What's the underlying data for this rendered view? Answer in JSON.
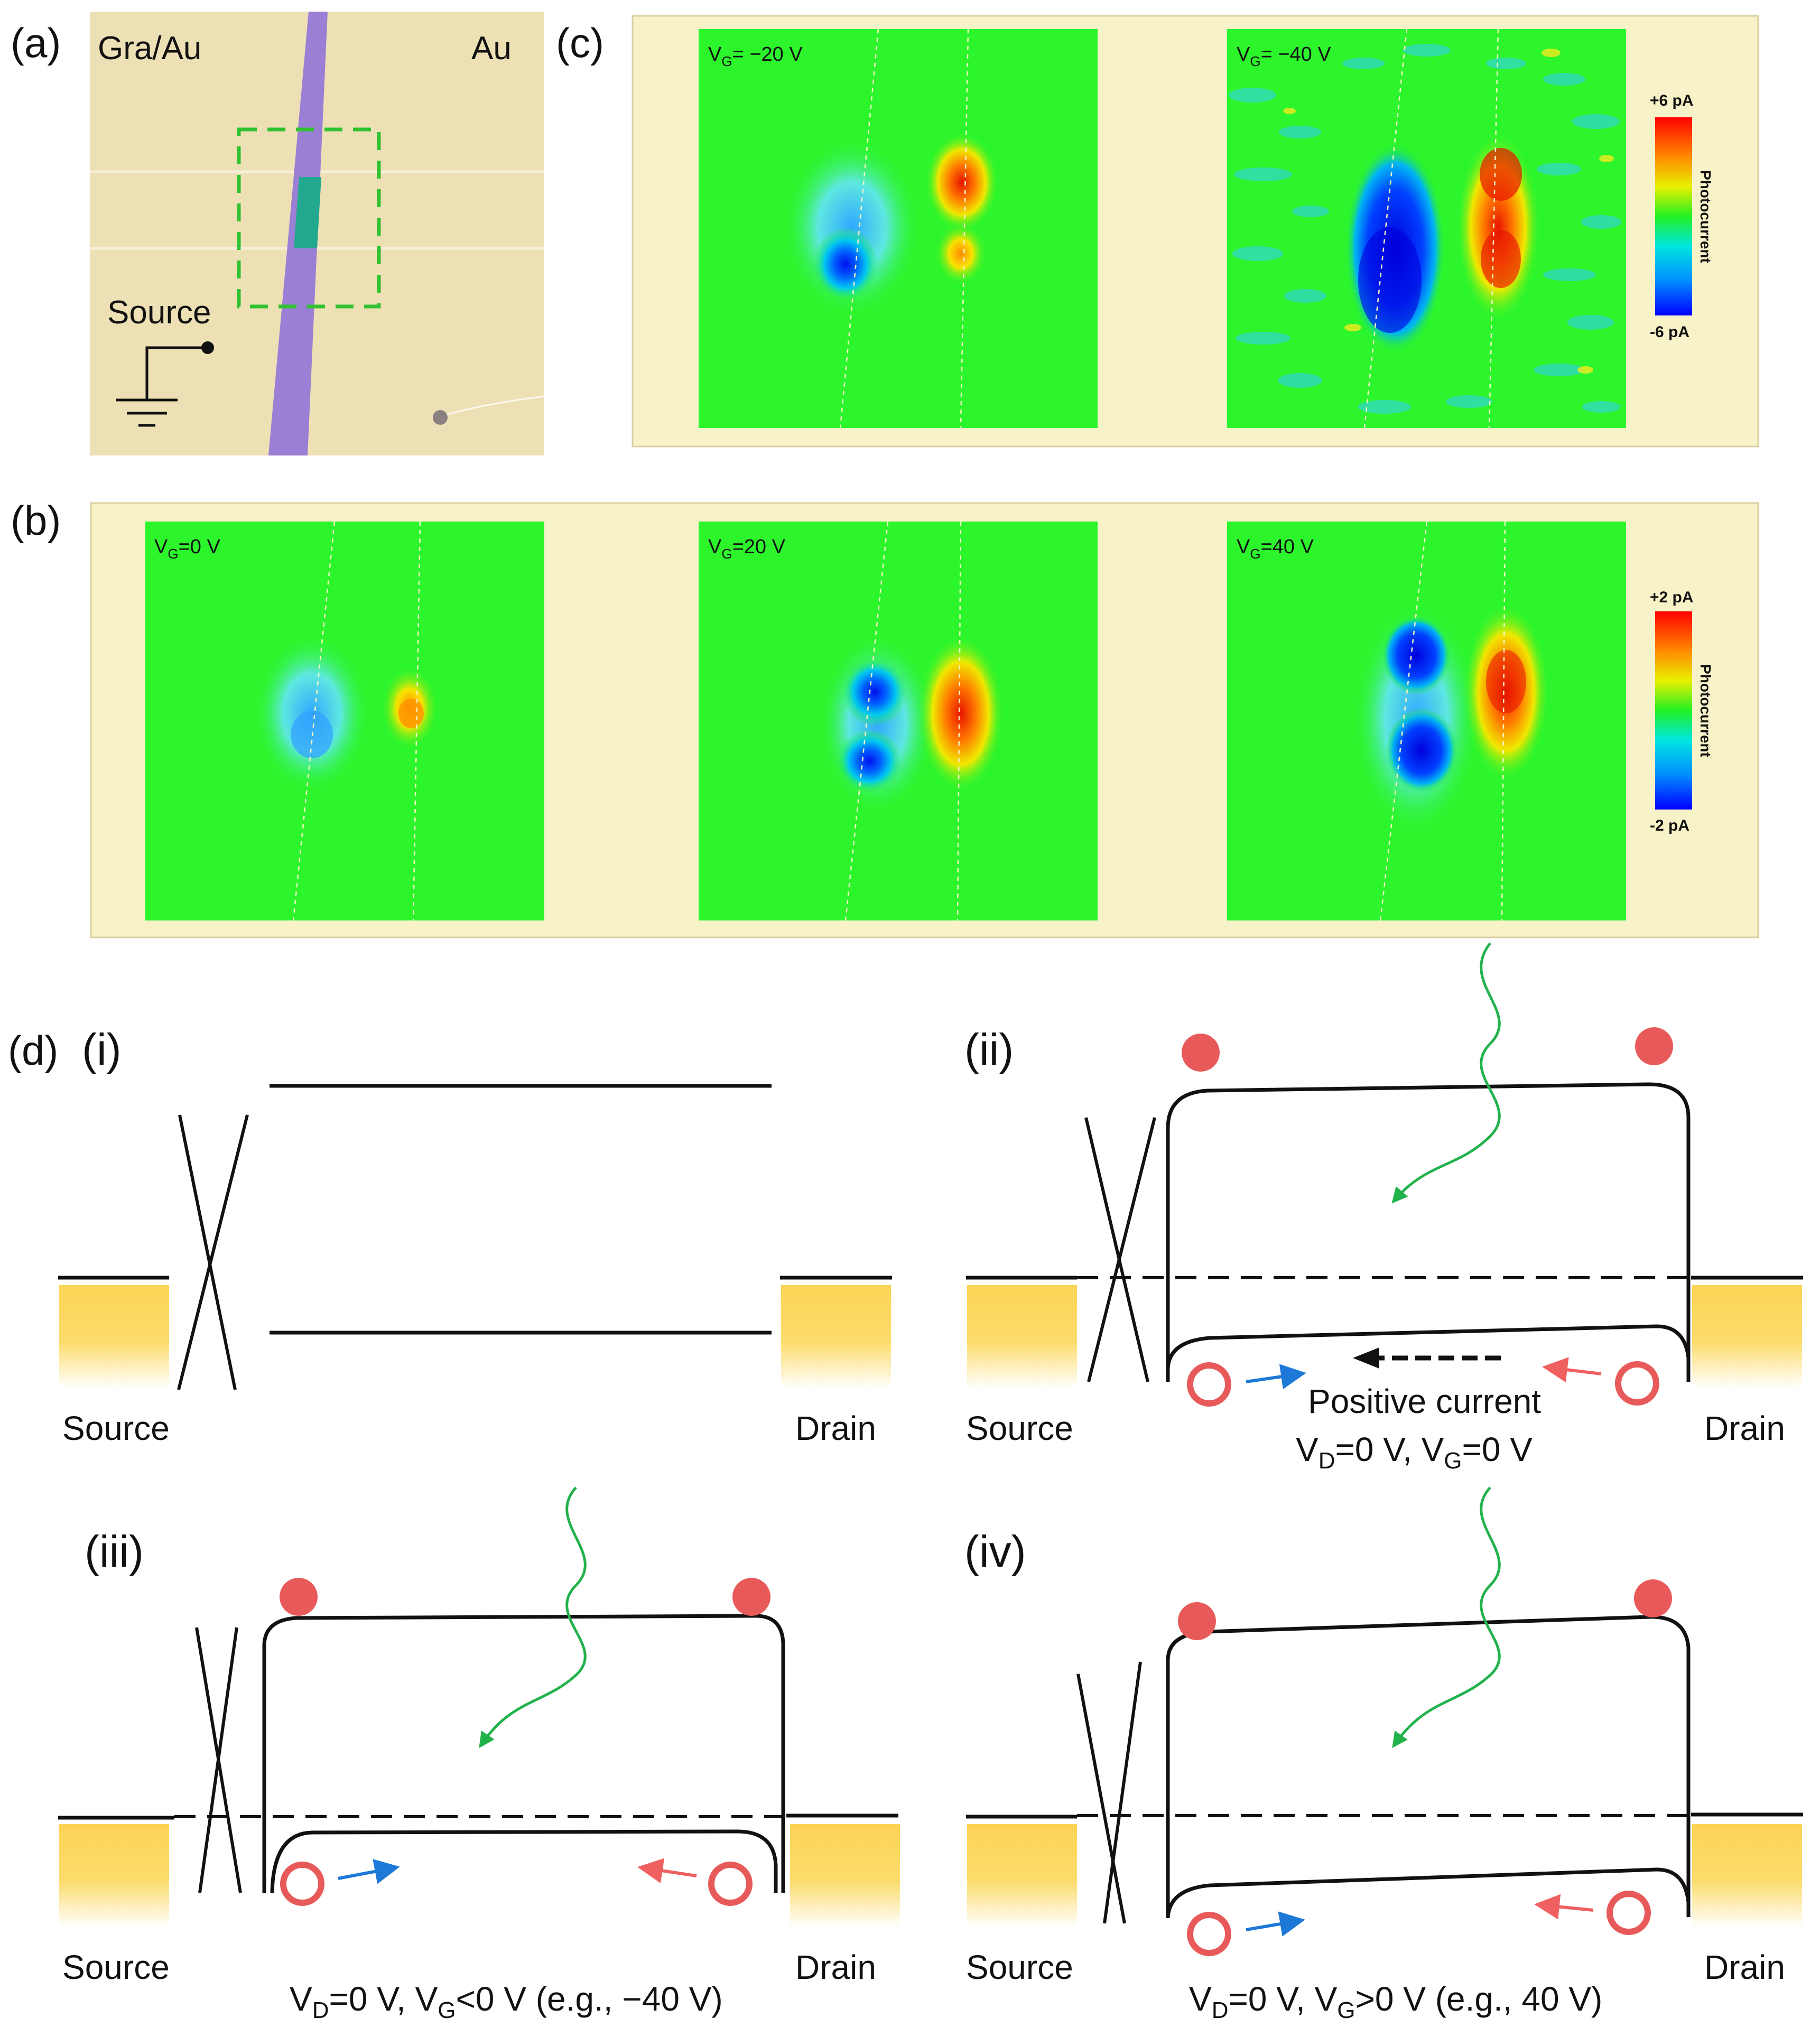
{
  "panel_labels": {
    "a": "(a)",
    "b": "(b)",
    "c": "(c)",
    "d": "(d)"
  },
  "subpanel_labels": {
    "i": "(i)",
    "ii": "(ii)",
    "iii": "(iii)",
    "iv": "(iv)"
  },
  "panel_a": {
    "left_label": "Gra/Au",
    "right_label": "Au",
    "source_label": "Source"
  },
  "panel_c": {
    "maps": [
      {
        "gate_prefix": "V",
        "gate_sub": "G",
        "gate_value": "= −20 V"
      },
      {
        "gate_prefix": "V",
        "gate_sub": "G",
        "gate_value": "= −40 V"
      }
    ],
    "colorbar": {
      "max": "+6 pA",
      "min": "-6 pA",
      "title": "Photocurrent"
    }
  },
  "panel_b": {
    "maps": [
      {
        "gate_prefix": "V",
        "gate_sub": "G",
        "gate_value": "=0 V"
      },
      {
        "gate_prefix": "V",
        "gate_sub": "G",
        "gate_value": "=20 V"
      },
      {
        "gate_prefix": "V",
        "gate_sub": "G",
        "gate_value": "=40 V"
      }
    ],
    "colorbar": {
      "max": "+2 pA",
      "min": "-2 pA",
      "title": "Photocurrent"
    }
  },
  "panel_d": {
    "source_label": "Source",
    "drain_label": "Drain",
    "ii_current": "Positive current",
    "ii_cond": {
      "a_pre": "V",
      "a_sub": "D",
      "a_mid": "=0 V, V",
      "b_sub": "G",
      "b_post": "=0 V"
    },
    "iii_cond": {
      "a_pre": "V",
      "a_sub": "D",
      "a_mid": "=0 V, V",
      "b_sub": "G",
      "b_post": "<0 V (e.g., −40 V)"
    },
    "iv_cond": {
      "a_pre": "V",
      "a_sub": "D",
      "a_mid": "=0 V, V",
      "b_sub": "G",
      "b_post": ">0 V (e.g., 40 V)"
    }
  },
  "colors": {
    "panel_bg": "#f8f2c8",
    "map_green": "#2cf52c",
    "photo_bg": "#ede0b5",
    "strip": "#9a7fd4",
    "strip_teal": "#22a88e",
    "dashed_box": "#31c231",
    "electron": "#e85a5a",
    "hole": "#e85a5a",
    "blue_arrow": "#1e78d8",
    "red_arrow": "#ef6060",
    "wave": "#22b24c",
    "gold": "#fcd456"
  }
}
